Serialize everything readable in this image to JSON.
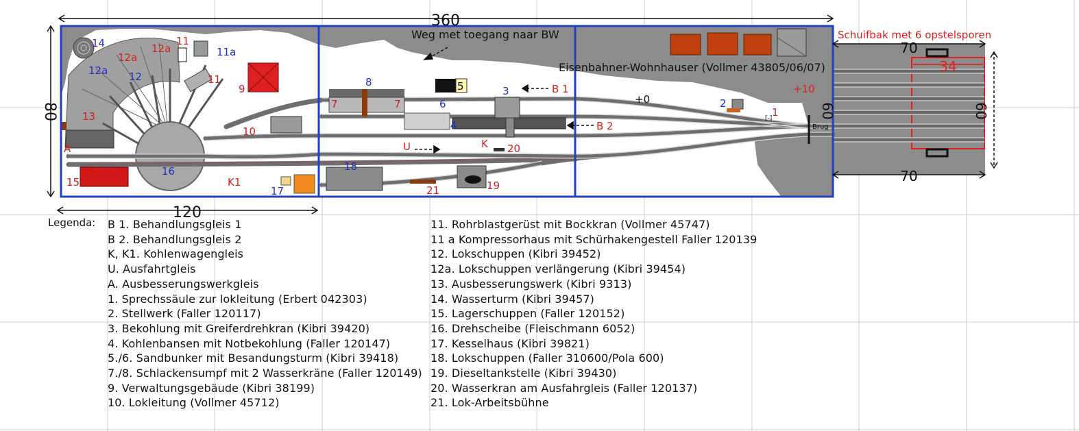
{
  "dimensions": {
    "total_length": "360",
    "depth": "80",
    "segment_length": "120",
    "bridge_depth": "60",
    "cassette_length_top": "70",
    "cassette_length_bottom": "70",
    "cassette_inner": "34",
    "cassette_depth": "60"
  },
  "annotations": {
    "path_note": "Weg met toegang naar BW",
    "houses": "Eisenbahner-Wohnhauser (Vollmer 43805/06/07)",
    "cassette_title": "Schuifbak met 6 opstelsporen",
    "bridge": "Brug",
    "level_zero": "+0",
    "level_ten": "+10",
    "track_b1": "B 1",
    "track_b2": "B 2",
    "track_u": "U",
    "track_k": "K",
    "track_k1": "K1",
    "track_a": "A",
    "signal_marker": "[-]"
  },
  "markers": {
    "m1": "1",
    "m2": "2",
    "m3": "3",
    "m4": "4",
    "m5": "5",
    "m6": "6",
    "m7a": "7",
    "m7b": "7",
    "m8": "8",
    "m9": "9",
    "m10": "10",
    "m11a": "11",
    "m11b": "11",
    "m11a_label": "11a",
    "m12": "12",
    "m12a1": "12a",
    "m12a2": "12a",
    "m12a3": "12a",
    "m13": "13",
    "m14": "14",
    "m15": "15",
    "m16": "16",
    "m17": "17",
    "m18": "18",
    "m19": "19",
    "m20": "20",
    "m21": "21"
  },
  "colors": {
    "frame": "#1f3fc4",
    "terrain": "#8c8c8c",
    "red_label": "#d42020",
    "blue_label": "#2030c0",
    "grid": "#c8c8c8"
  },
  "legend": {
    "title": "Legenda:",
    "col1": [
      "B 1. Behandlungsgleis 1",
      "B 2. Behandlungsgleis 2",
      "K, K1. Kohlenwagengleis",
      "U. Ausfahrtgleis",
      "A. Ausbesserungswerkgleis",
      "1. Sprechssäule zur lokleitung (Erbert 042303)",
      "2. Stellwerk (Faller 120117)",
      "3. Bekohlung mit Greiferdrehkran (Kibri 39420)",
      "4. Kohlenbansen mit Notbekohlung (Faller 120147)",
      "5./6. Sandbunker mit Besandungsturm (Kibri 39418)",
      "7./8. Schlackensumpf  mit 2 Wasserkräne (Faller 120149)",
      "9. Verwaltungsgebäude (Kibri 38199)",
      "10. Lokleitung (Vollmer 45712)"
    ],
    "col2": [
      "11. Rohrblastgerüst mit Bockkran (Vollmer 45747)",
      "11 a  Kompressorhaus mit Schürhakengestell Faller 120139",
      "12. Lokschuppen (Kibri 39452)",
      "12a. Lokschuppen verlängerung (Kibri 39454)",
      "13. Ausbesserungswerk (Kibri 9313)",
      "14. Wasserturm (Kibri 39457)",
      "15. Lagerschuppen (Faller 120152)",
      "16. Drehscheibe (Fleischmann 6052)",
      "17. Kesselhaus (Kibri 39821)",
      "18. Lokschuppen (Faller 310600/Pola 600)",
      "19. Dieseltankstelle (Kibri 39430)",
      "20. Wasserkran am Ausfahrgleis (Faller 120137)",
      "21. Lok-Arbeitsbühne"
    ]
  }
}
